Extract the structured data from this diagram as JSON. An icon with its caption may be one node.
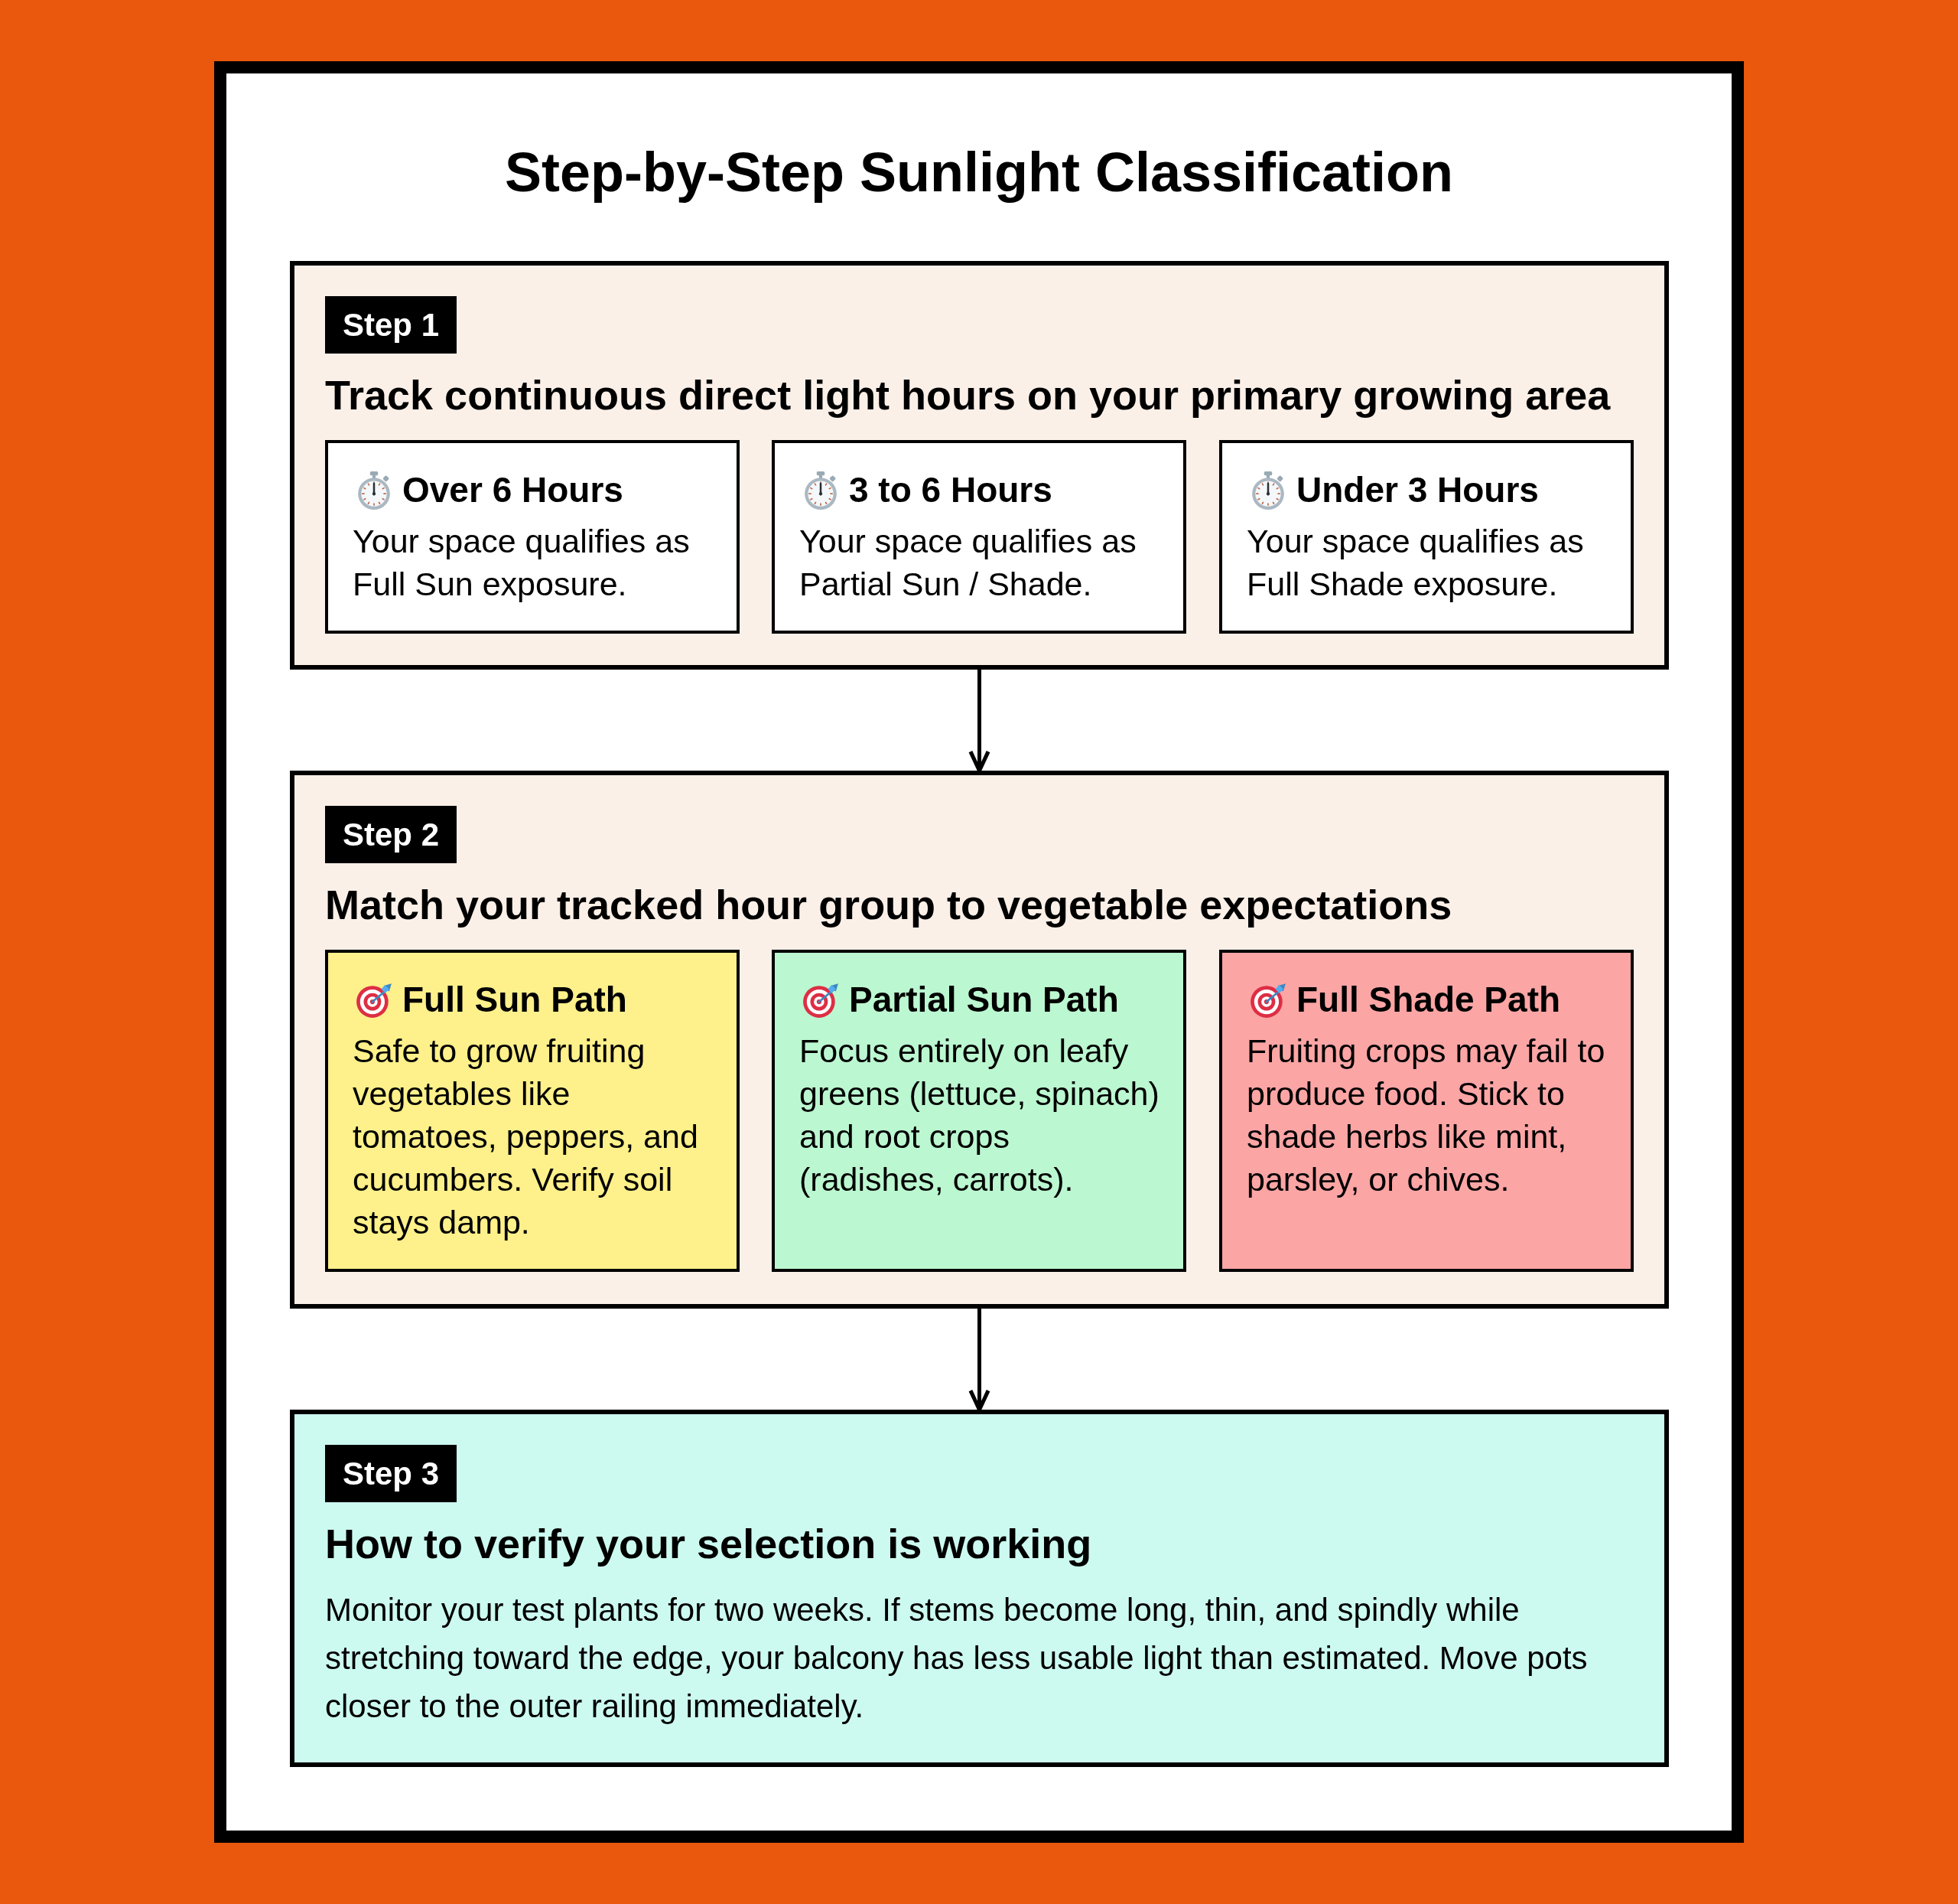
{
  "diagram": {
    "title": "Step-by-Step Sunlight Classification",
    "nodes": [
      {
        "text": [
          "Step 1",
          "Track continuous direct light hours on your primary growing area"
        ]
      },
      {
        "text": [
          "Over 6 Hours",
          "Your space qualifies as Full Sun exposure."
        ],
        "in": 0
      },
      {
        "text": [
          "3 to 6 Hours",
          "Your space qualifies as Partial Sun / Shade."
        ],
        "in": 0
      },
      {
        "text": [
          "Under 3 Hours",
          "Your space qualifies as Full Shade exposure."
        ],
        "in": 0
      },
      {
        "text": [
          "Step 2",
          "Match your tracked hour group to vegetable expectations"
        ]
      },
      {
        "text": [
          "Full Sun Path",
          "Safe to grow fruiting vegetables like tomatoes, peppers, and cucumbers. Verify soil stays damp."
        ],
        "in": 4
      },
      {
        "text": [
          "Partial Sun Path",
          "Focus entirely on leafy greens (lettuce, spinach) and root crops (radishes, carrots)."
        ],
        "in": 4
      },
      {
        "text": [
          "Full Shade Path",
          "Fruiting crops may fail to produce food. Stick to shade herbs like mint, parsley, or chives."
        ],
        "in": 4
      },
      {
        "text": [
          "Step 3",
          "How to verify your selection is working",
          "Monitor your test plants for two weeks. If stems become long, thin, and spindly while stretching toward the edge, your balcony has less usable light than estimated. Move pots closer to the outer railing immediately."
        ]
      }
    ],
    "edges": [
      {
        "from": 0,
        "to": 4,
        "arrow": "to"
      },
      {
        "from": 4,
        "to": 8,
        "arrow": "to"
      }
    ]
  }
}
